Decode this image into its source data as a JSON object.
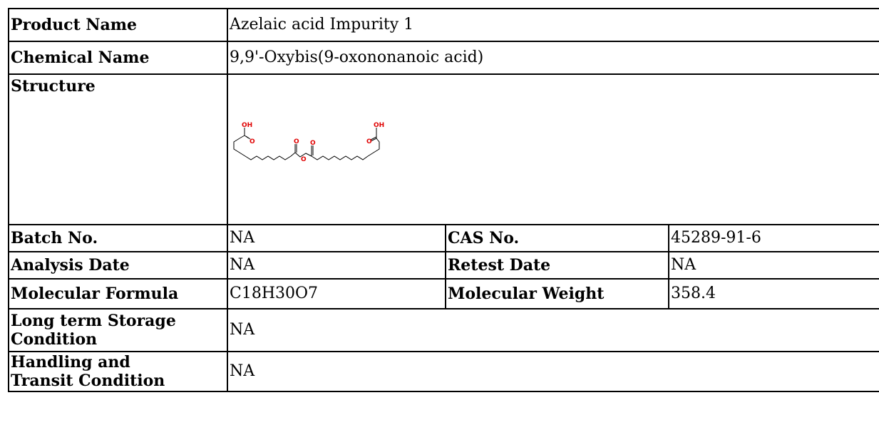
{
  "product_name": {
    "label": "Product Name",
    "value": "Azelaic acid Impurity 1"
  },
  "chemical_name": {
    "label": "Chemical Name",
    "value": "9,9'-Oxybis(9-oxononanoic acid)"
  },
  "structure": {
    "label": "Structure",
    "atom_labels": {
      "oh_left": "OH",
      "o_left": "O",
      "o_carbonyl_1": "O",
      "o_carbonyl_2": "O",
      "o_ether": "O",
      "o_right": "O",
      "oh_right": "OH"
    },
    "colors": {
      "bond": "#000000",
      "heteroatom": "#e00000"
    }
  },
  "batch_no": {
    "label": "Batch No.",
    "value": "NA"
  },
  "cas_no": {
    "label": "CAS No.",
    "value": "45289-91-6"
  },
  "analysis_date": {
    "label": "Analysis Date",
    "value": "NA"
  },
  "retest_date": {
    "label": "Retest Date",
    "value": "NA"
  },
  "molecular_formula": {
    "label": "Molecular Formula",
    "value": "C18H30O7"
  },
  "molecular_weight": {
    "label": "Molecular Weight",
    "value": "358.4"
  },
  "storage_condition": {
    "label_line1": "Long term Storage",
    "label_line2": "Condition",
    "value": "NA"
  },
  "handling_condition": {
    "label_line1": "Handling and",
    "label_line2": "Transit Condition",
    "value": "NA"
  }
}
